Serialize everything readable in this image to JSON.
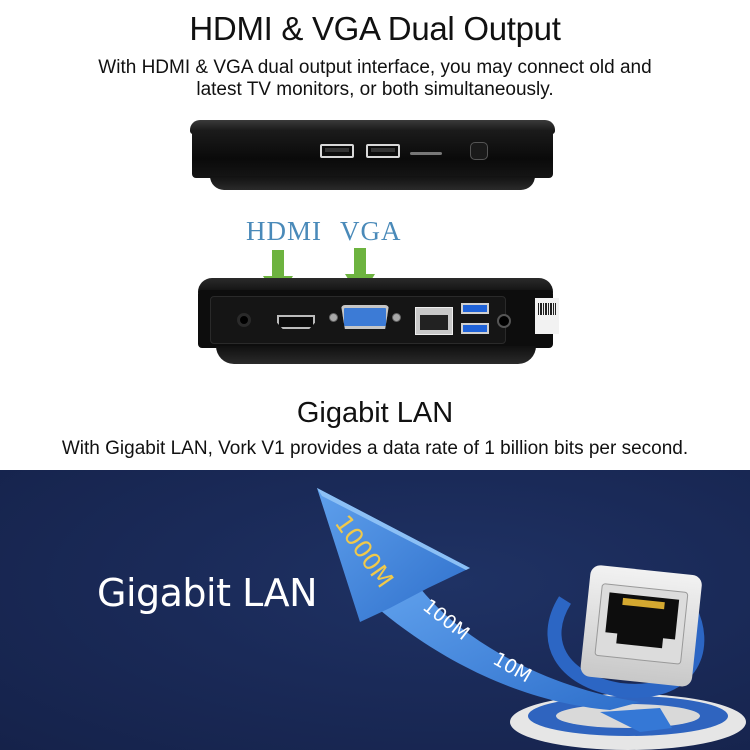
{
  "section1": {
    "title": "HDMI & VGA Dual Output",
    "description_line1": "With HDMI & VGA dual output interface, you may connect old and",
    "description_line2": "latest TV monitors, or both simultaneously.",
    "port_labels": [
      "HDMI",
      "VGA"
    ],
    "arrow_color": "#6db33f",
    "label_color": "#4a8ab9"
  },
  "section2": {
    "title": "Gigabit LAN",
    "description": "With Gigabit LAN, Vork V1 provides a data rate of 1 billion bits per second."
  },
  "banner": {
    "title": "Gigabit LAN",
    "speed_labels": [
      "1000M",
      "100M",
      "10M"
    ],
    "speed_label_colors": [
      "#f0c94a",
      "#ffffff",
      "#ffffff"
    ],
    "background_color": "#1a2a58",
    "arrow_color": "#3f84d9"
  }
}
